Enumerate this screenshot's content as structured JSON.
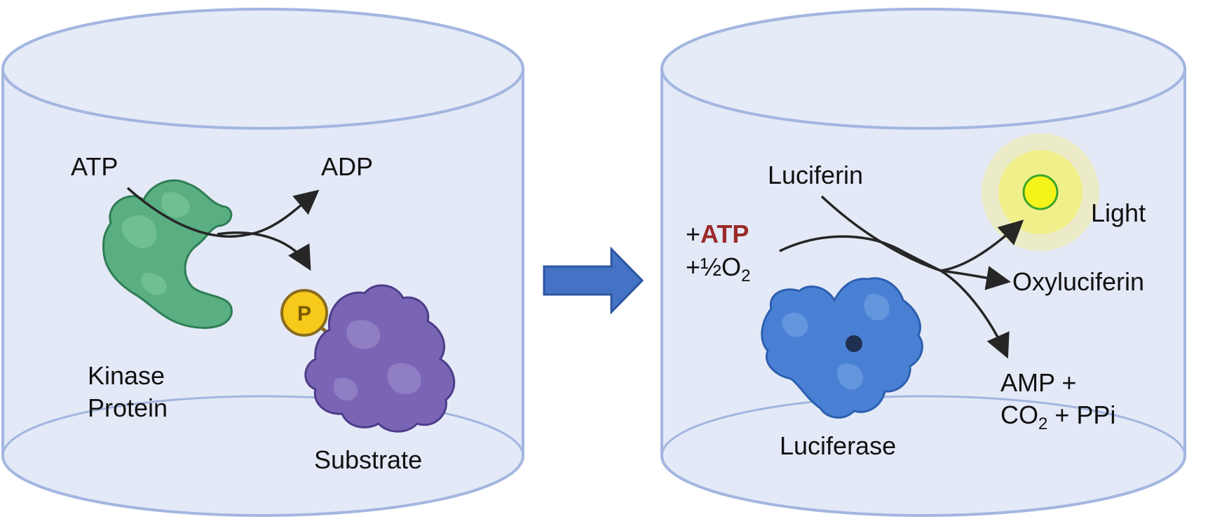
{
  "colors": {
    "vessel_fill": "#e3e9f6",
    "vessel_stroke": "#a3b6e0",
    "kinase": "#5aaf82",
    "substrate": "#7a65b5",
    "phosphate": "#f6c91a",
    "luciferase": "#4a80d4",
    "transition_arrow": "#4472c4",
    "light_glow": "#eef07a",
    "light_core": "#f4f41a",
    "atp_highlight": "#9b2a2a",
    "reaction_arrows": "#262626"
  },
  "left_vessel": {
    "atp": "ATP",
    "adp": "ADP",
    "kinase_line1": "Kinase",
    "kinase_line2": "Protein",
    "substrate": "Substrate",
    "phosphate_symbol": "P"
  },
  "transition_icon": "right-block-arrow-icon",
  "right_vessel": {
    "luciferin": "Luciferin",
    "plus_atp_prefix": "+",
    "plus_atp_label": "ATP",
    "plus_o2_prefix": "+½O",
    "plus_o2_sub": "2",
    "light": "Light",
    "oxyluciferin": "Oxyluciferin",
    "amp_line1": "AMP +",
    "amp_line2_co": "CO",
    "amp_line2_sub": "2",
    "amp_line2_rest": " + PPi",
    "luciferase": "Luciferase"
  }
}
